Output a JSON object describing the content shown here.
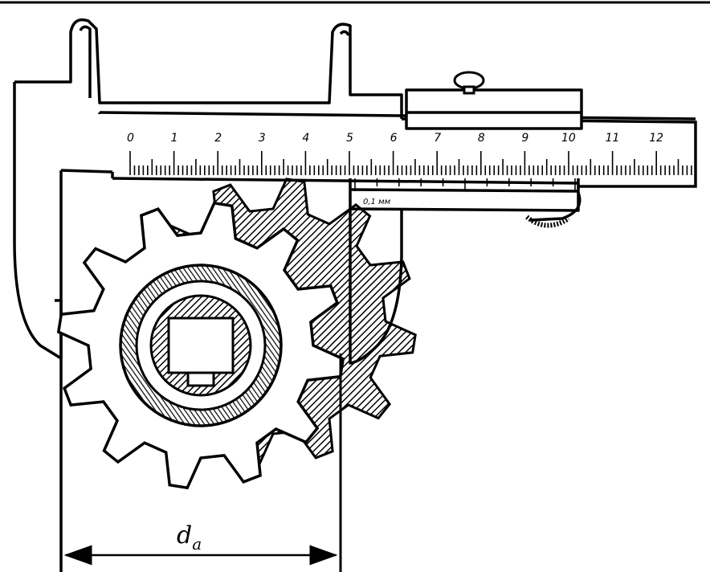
{
  "main_scale": {
    "labels": [
      "0",
      "1",
      "2",
      "3",
      "4",
      "5",
      "6",
      "7",
      "8",
      "9",
      "10",
      "11",
      "12"
    ]
  },
  "vernier": {
    "label": "0,1 мм"
  },
  "dimension": {
    "symbol": "d",
    "subscript": "a"
  },
  "colors": {
    "ink": "#000000",
    "paper": "#ffffff"
  }
}
